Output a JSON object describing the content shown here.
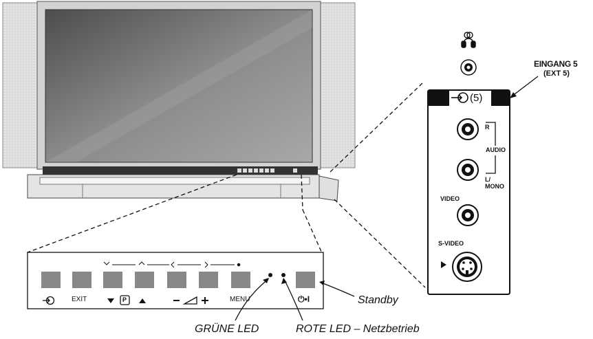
{
  "connection_panel": {
    "title_line1": "EINGANG 5",
    "title_line2": "(EXT 5)",
    "input_label": "(5)",
    "audio_r": "R",
    "audio": "AUDIO",
    "audio_l_line1": "L/",
    "audio_l_line2": "MONO",
    "video": "VIDEO",
    "svideo": "S-VIDEO"
  },
  "control_panel": {
    "exit_label": "EXIT",
    "program_label": "P",
    "menu_label": "MENU",
    "standby_symbol": "⏻•I"
  },
  "callouts": {
    "standby": "Standby",
    "green_led": "GRÜNE LED",
    "red_led": "ROTE LED – Netzbetrieb"
  },
  "colors": {
    "line": "#111111",
    "screen_dark": "#5a5a5a",
    "screen_light": "#9a9a9a",
    "frame": "#cfcfcf",
    "speaker": "#d9d9d9"
  }
}
